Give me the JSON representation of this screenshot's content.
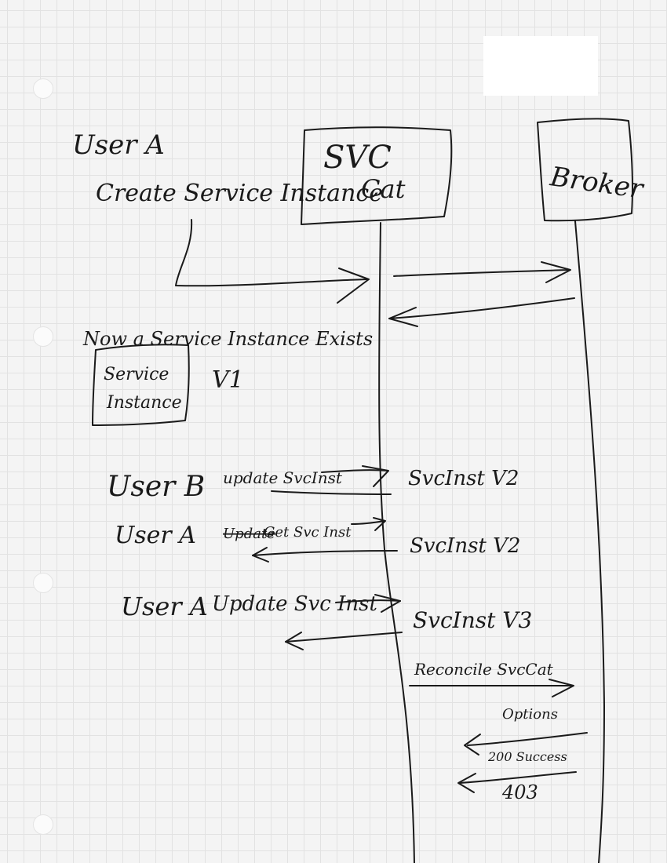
{
  "participants": {
    "svc_cat": [
      "SVC",
      "Cat"
    ],
    "broker": "Broker"
  },
  "steps": {
    "user_a_1": "User A",
    "create": "Create Service Instance",
    "exists": "Now a Service Instance Exists",
    "box": [
      "Service",
      "Instance"
    ],
    "version_v1": "V1",
    "user_b": "User B",
    "update_b": "update SvcInst",
    "result_b": "SvcInst V2",
    "user_a_2": "User A",
    "get_struck": "Update",
    "get": "Get Svc Inst",
    "result_get": "SvcInst V2",
    "user_a_3": "User A",
    "update_a": "Update Svc Inst",
    "result_a": "SvcInst V3",
    "reconcile": "Reconcile SvcCat",
    "options": "Options",
    "ok": "200 Success",
    "forbidden": "403"
  }
}
